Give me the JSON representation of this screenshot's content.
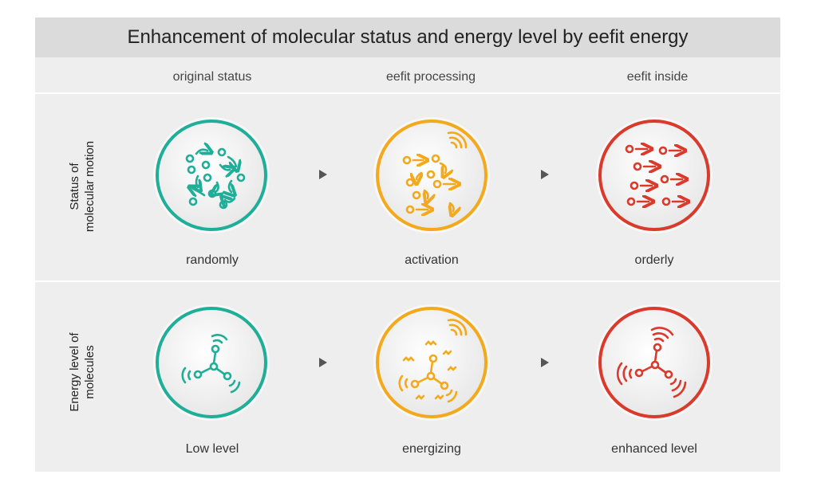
{
  "title": "Enhancement of molecular status and energy level by eefit energy",
  "columns": [
    "original status",
    "eefit processing",
    "eefit inside"
  ],
  "rows": [
    {
      "label_line1": "Status of",
      "label_line2": "molecular motion",
      "captions": [
        "randomly",
        "activation",
        "orderly"
      ]
    },
    {
      "label_line1": "Energy level of",
      "label_line2": "molecules",
      "captions": [
        "Low level",
        "energizing",
        "enhanced level"
      ]
    }
  ],
  "colors": {
    "teal": "#1fae97",
    "yellow": "#f3a91b",
    "red": "#d93a2b"
  }
}
